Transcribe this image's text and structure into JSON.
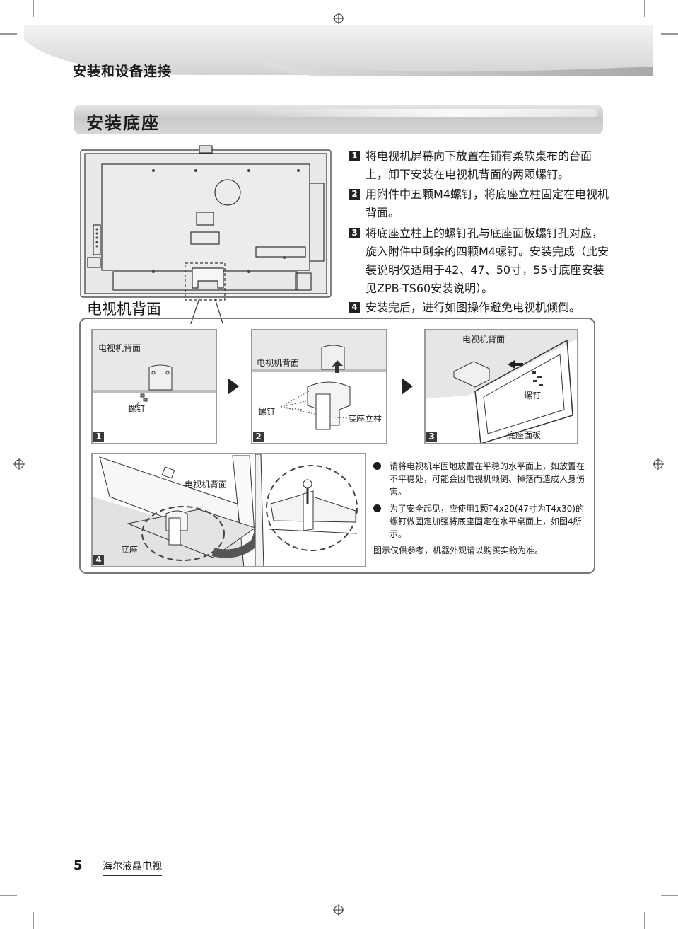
{
  "header": {
    "title": "安装和设备连接"
  },
  "section": {
    "title": "安装底座"
  },
  "figure": {
    "label": "电视机背面"
  },
  "steps": [
    {
      "num": "1",
      "text": "将电视机屏幕向下放置在铺有柔软桌布的台面上，卸下安装在电视机背面的两颗螺钉。"
    },
    {
      "num": "2",
      "text": "用附件中五颗M4螺钉，将底座立柱固定在电视机背面。"
    },
    {
      "num": "3",
      "text": "将底座立柱上的螺钉孔与底座面板螺钉孔对应，旋入附件中剩余的四颗M4螺钉。安装完成（此安装说明仅适用于42、47、50寸，55寸底座安装见ZPB-TS60安装说明）。"
    },
    {
      "num": "4",
      "text": "安装完后，进行如图操作避免电视机倾倒。"
    }
  ],
  "panels": {
    "p1": {
      "num": "1",
      "tv_back": "电视机背面",
      "screw": "螺钉"
    },
    "p2": {
      "num": "2",
      "tv_back": "电视机背面",
      "screw": "螺钉",
      "stand_post": "底座立柱"
    },
    "p3": {
      "num": "3",
      "tv_back": "电视机背面",
      "screw": "螺钉",
      "base_panel": "底座面板"
    },
    "p4": {
      "num": "4",
      "tv_back": "电视机背面",
      "base": "底座"
    }
  },
  "notes": [
    "请将电视机牢固地放置在平稳的水平面上，如放置在不平稳处，可能会因电视机倾倒、掉落而造成人身伤害。",
    "为了安全起见，应使用1颗T4x20(47寸为T4x30)的螺钉做固定加强将底座固定在水平桌面上，如图4所示。"
  ],
  "disclaimer": "图示仅供参考，机器外观请以购买实物为准。",
  "footer": {
    "page": "5",
    "brand": "海尔液晶电视"
  }
}
